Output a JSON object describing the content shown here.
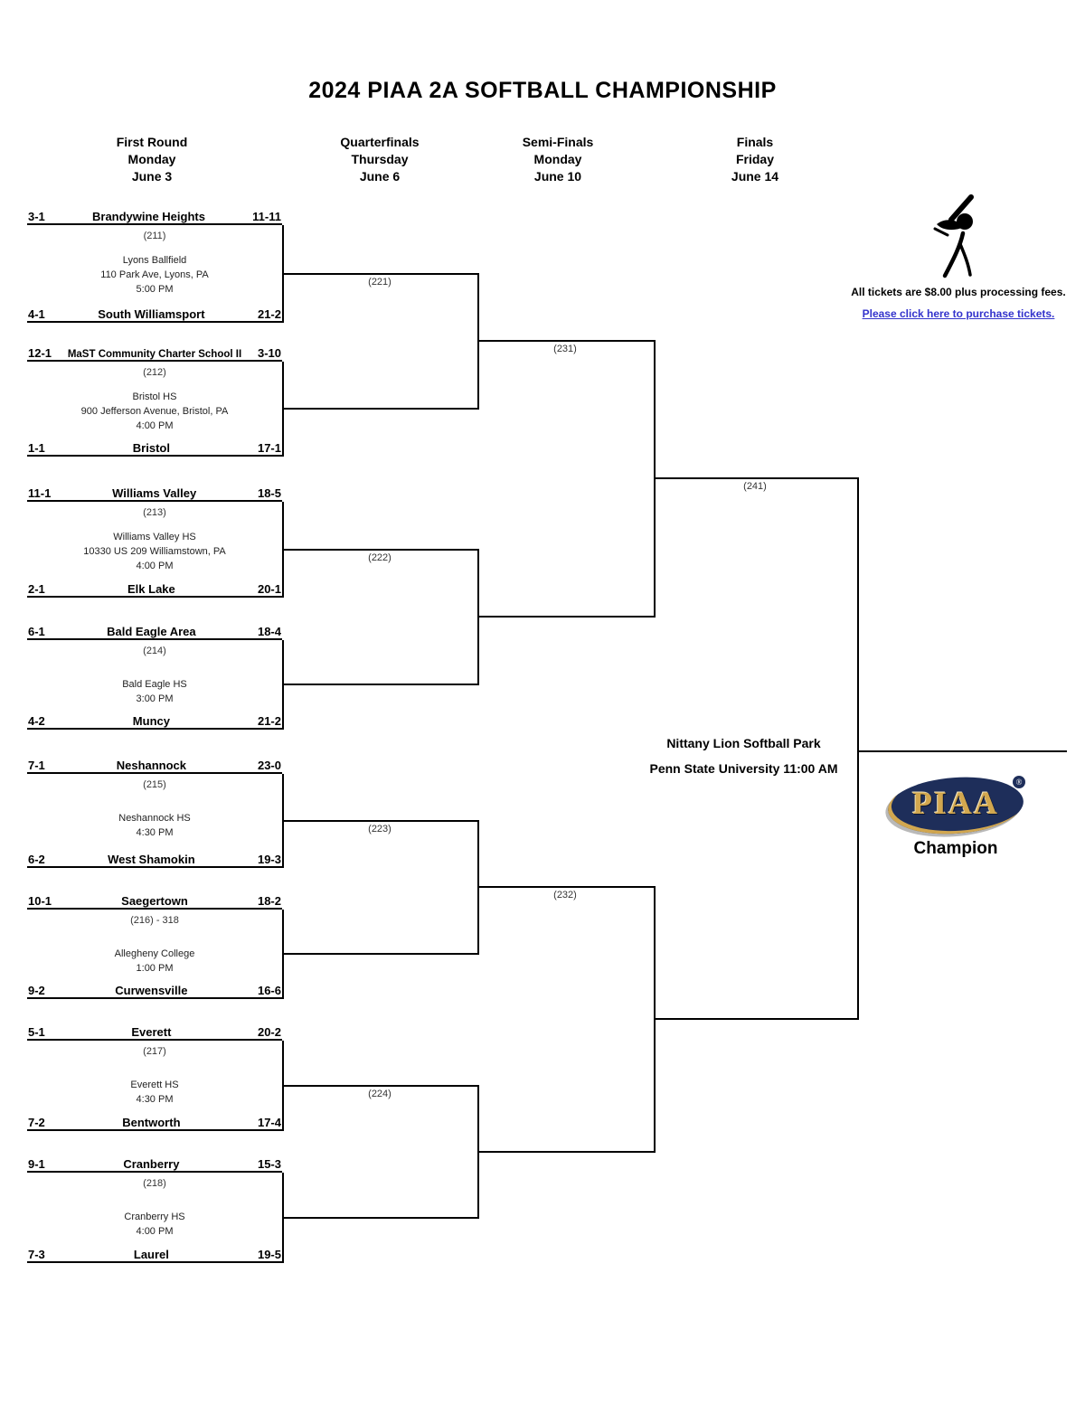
{
  "title": "2024 PIAA 2A SOFTBALL CHAMPIONSHIP",
  "columns": [
    {
      "round": "First Round",
      "day": "Monday",
      "date": "June 3"
    },
    {
      "round": "Quarterfinals",
      "day": "Thursday",
      "date": "June 6"
    },
    {
      "round": "Semi-Finals",
      "day": "Monday",
      "date": "June 10"
    },
    {
      "round": "Finals",
      "day": "Friday",
      "date": "June 14"
    }
  ],
  "games": [
    {
      "label": "(211)",
      "top": {
        "seed": "3-1",
        "team": "Brandywine Heights",
        "record": "11-11"
      },
      "bottom": {
        "seed": "4-1",
        "team": "South Williamsport",
        "record": "21-2"
      },
      "venue": [
        "Lyons Ballfield",
        "110 Park Ave, Lyons, PA",
        "5:00 PM"
      ]
    },
    {
      "label": "(212)",
      "top": {
        "seed": "12-1",
        "team": "MaST Community Charter School II",
        "record": "3-10"
      },
      "bottom": {
        "seed": "1-1",
        "team": "Bristol",
        "record": "17-1"
      },
      "venue": [
        "Bristol HS",
        "900 Jefferson Avenue, Bristol, PA",
        "4:00 PM"
      ]
    },
    {
      "label": "(213)",
      "top": {
        "seed": "11-1",
        "team": "Williams Valley",
        "record": "18-5"
      },
      "bottom": {
        "seed": "2-1",
        "team": "Elk Lake",
        "record": "20-1"
      },
      "venue": [
        "Williams Valley HS",
        "10330 US 209 Williamstown, PA",
        "4:00 PM"
      ]
    },
    {
      "label": "(214)",
      "top": {
        "seed": "6-1",
        "team": "Bald Eagle Area",
        "record": "18-4"
      },
      "bottom": {
        "seed": "4-2",
        "team": "Muncy",
        "record": "21-2"
      },
      "venue": [
        "Bald Eagle HS",
        "3:00 PM"
      ]
    },
    {
      "label": "(215)",
      "top": {
        "seed": "7-1",
        "team": "Neshannock",
        "record": "23-0"
      },
      "bottom": {
        "seed": "6-2",
        "team": "West Shamokin",
        "record": "19-3"
      },
      "venue": [
        "Neshannock HS",
        "4:30 PM"
      ]
    },
    {
      "label": "(216) - 318",
      "top": {
        "seed": "10-1",
        "team": "Saegertown",
        "record": "18-2"
      },
      "bottom": {
        "seed": "9-2",
        "team": "Curwensville",
        "record": "16-6"
      },
      "venue": [
        "Allegheny College",
        "1:00 PM"
      ]
    },
    {
      "label": "(217)",
      "top": {
        "seed": "5-1",
        "team": "Everett",
        "record": "20-2"
      },
      "bottom": {
        "seed": "7-2",
        "team": "Bentworth",
        "record": "17-4"
      },
      "venue": [
        "Everett HS",
        "4:30 PM"
      ]
    },
    {
      "label": "(218)",
      "top": {
        "seed": "9-1",
        "team": "Cranberry",
        "record": "15-3"
      },
      "bottom": {
        "seed": "7-3",
        "team": "Laurel",
        "record": "19-5"
      },
      "venue": [
        "Cranberry HS",
        "4:00 PM"
      ]
    }
  ],
  "quarterfinal_labels": [
    "(221)",
    "(222)",
    "(223)",
    "(224)"
  ],
  "semifinal_labels": [
    "(231)",
    "(232)"
  ],
  "final_label": "(241)",
  "finals_venue": {
    "line1": "Nittany Lion Softball Park",
    "line2": "Penn State University 11:00 AM"
  },
  "tickets": {
    "info": "All tickets are $8.00 plus processing fees.",
    "link": "Please click here to purchase tickets."
  },
  "champion": {
    "logo_text": "PIAA",
    "reg_mark": "®",
    "label": "Champion"
  },
  "colors": {
    "navy": "#1e2e5a",
    "gold": "#d2a74f",
    "link_blue": "#3333cc",
    "line_black": "#000000"
  }
}
